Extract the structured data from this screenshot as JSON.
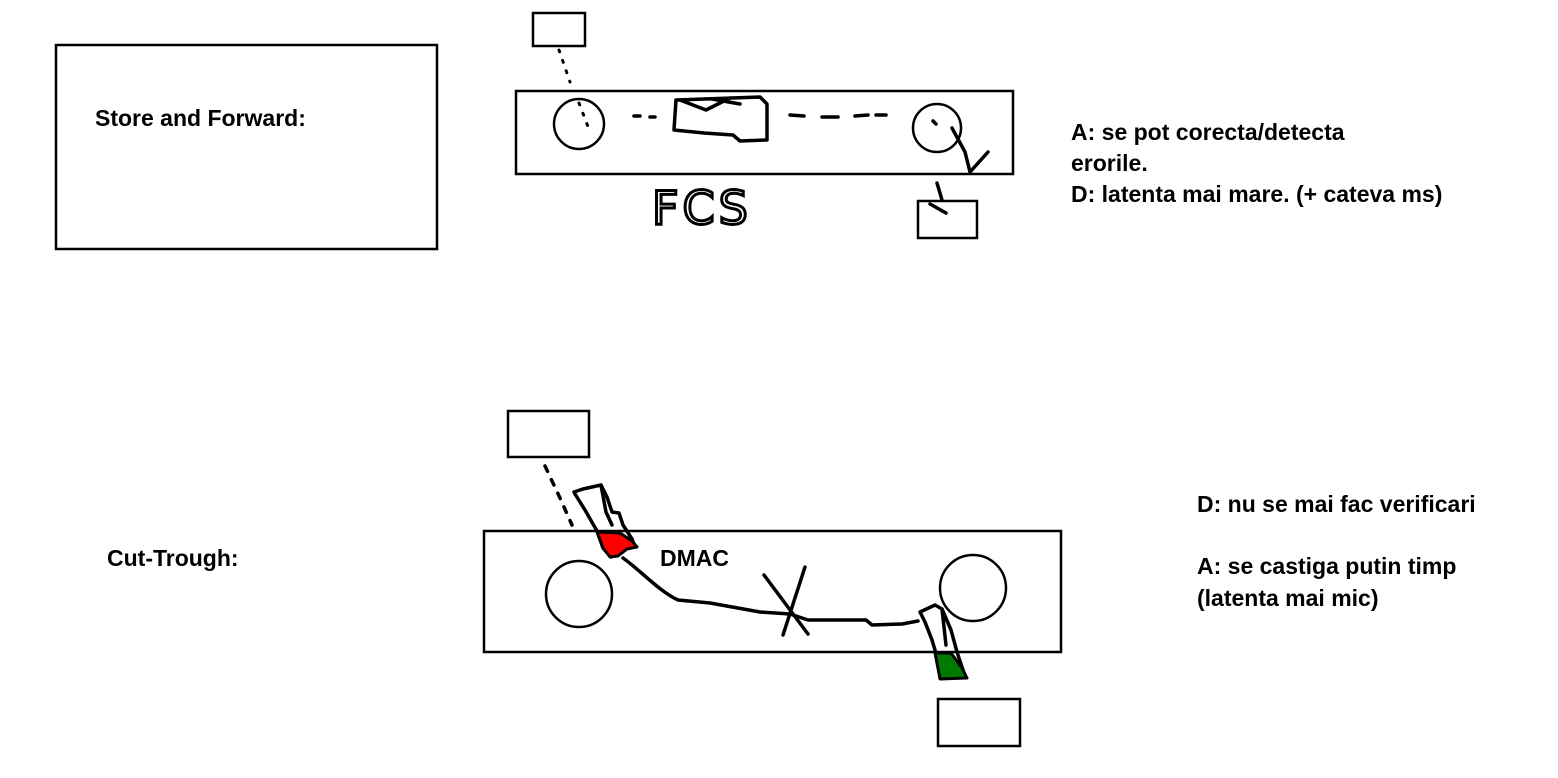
{
  "store_forward": {
    "title": "Store and Forward:",
    "handwritten_label": "FCS",
    "notes": [
      "A: se pot corecta/detecta",
      "erorile.",
      "D: latenta mai mare. (+ cateva ms)"
    ]
  },
  "cut_through": {
    "title": "Cut-Trough:",
    "field_label": "DMAC",
    "notes": [
      "D: nu se mai fac verificari",
      "A: se castiga putin timp",
      "(latenta mai mic)"
    ]
  },
  "colors": {
    "stroke": "#000000",
    "red_fill": "#ff0000",
    "green_fill": "#007a00"
  }
}
